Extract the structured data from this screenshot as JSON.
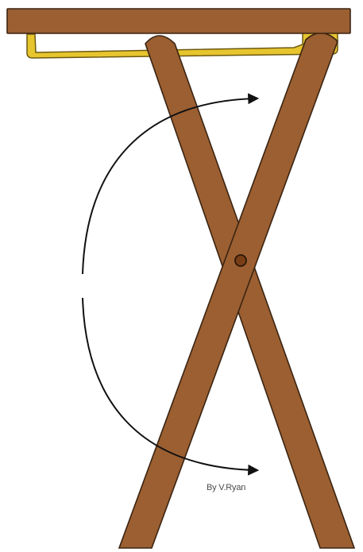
{
  "credit": "By V.Ryan",
  "colors": {
    "wood": "#9b5f31",
    "wood_outline": "#3b2412",
    "bracket": "#e7c52e",
    "bracket_outline": "#6d5a12",
    "pivot": "#7a3e16",
    "arrow": "#111111",
    "background": "#ffffff"
  },
  "parts": [
    "table-top",
    "bracket-rail",
    "leg-left-to-right",
    "leg-right-to-left",
    "pivot-bolt",
    "fold-arrow"
  ]
}
